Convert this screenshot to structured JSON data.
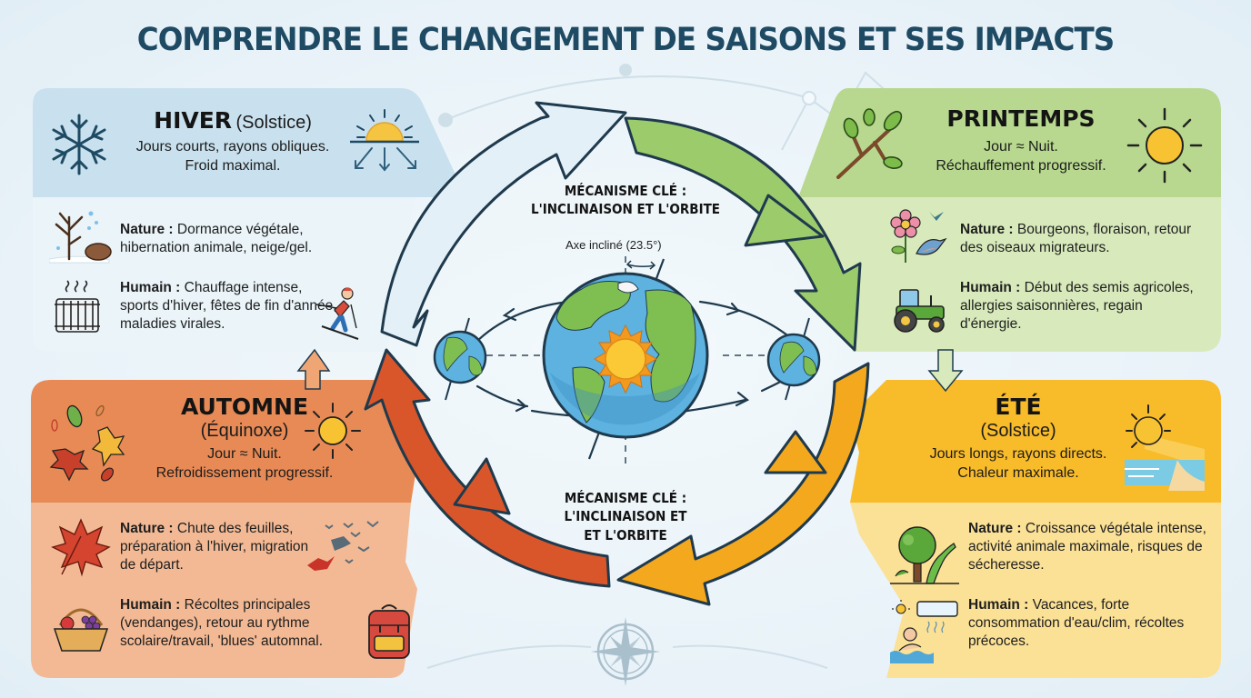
{
  "title": "COMPRENDRE LE CHANGEMENT DE SAISONS ET SES IMPACTS",
  "center": {
    "mechanism_top": [
      "MÉCANISME CLÉ :",
      "L'INCLINAISON ET L'ORBITE"
    ],
    "mechanism_bottom": [
      "MÉCANISME CLÉ :",
      "L'INCLINAISON ET",
      "ET L'ORBITE"
    ],
    "axis_label": "Axe incliné (23.5°)"
  },
  "seasons": {
    "hiver": {
      "name": "HIVER",
      "sub": "(Solstice)",
      "desc": [
        "Jours courts, rayons obliques.",
        "Froid maximal."
      ],
      "nature_label": "Nature :",
      "nature_text": "Dormance végétale, hibernation animale, neige/gel.",
      "humain_label": "Humain :",
      "humain_text": "Chauffage intense, sports d'hiver, fêtes de fin d'année, maladies virales.",
      "colors": {
        "head": "#c9e1ee",
        "body": "#e6f2f8"
      },
      "icons": [
        "snowflake-icon",
        "low-sun-icon",
        "bare-tree-hibernation-icon",
        "radiator-icon",
        "skier-icon"
      ]
    },
    "printemps": {
      "name": "PRINTEMPS",
      "sub": "",
      "desc": [
        "Jour ≈ Nuit.",
        "Réchauffement progressif."
      ],
      "nature_label": "Nature :",
      "nature_text": "Bourgeons, floraison, retour des oiseaux migrateurs.",
      "humain_label": "Humain :",
      "humain_text": "Début des semis agricoles, allergies saisonnières, regain d'énergie.",
      "colors": {
        "head": "#b7d88e",
        "body": "#d8eabb"
      },
      "icons": [
        "budding-branch-icon",
        "sun-icon",
        "flower-bird-icon",
        "tractor-icon"
      ]
    },
    "automne": {
      "name": "AUTOMNE",
      "sub": "(Équinoxe)",
      "desc": [
        "Jour ≈ Nuit.",
        "Refroidissement progressif."
      ],
      "nature_label": "Nature :",
      "nature_text": "Chute des feuilles, préparation à l'hiver, migration de départ.",
      "humain_label": "Humain :",
      "humain_text": "Récoltes principales (vendanges), retour au rythme scolaire/travail, 'blues' automnal.",
      "colors": {
        "head": "#e88a55",
        "body": "#f3b994"
      },
      "icons": [
        "falling-leaves-icon",
        "sun-icon",
        "maple-leaf-icon",
        "migrating-birds-icon",
        "harvest-basket-icon",
        "backpack-icon"
      ]
    },
    "ete": {
      "name": "ÉTÉ",
      "sub": "(Solstice)",
      "desc": [
        "Jours longs, rayons directs.",
        "Chaleur maximale."
      ],
      "nature_label": "Nature :",
      "nature_text": "Croissance végétale intense, activité animale maximale, risques de sécheresse.",
      "humain_label": "Humain :",
      "humain_text": "Vacances, forte consommation d'eau/clim, récoltes précoces.",
      "colors": {
        "head": "#f8bb2a",
        "body": "#fbe196"
      },
      "icons": [
        "beach-sun-icon",
        "tree-lizard-icon",
        "air-conditioner-swimmer-icon"
      ]
    }
  },
  "cycle_arrows": [
    {
      "from": "hiver",
      "to": "printemps",
      "color": "#e3f0f8"
    },
    {
      "from": "printemps",
      "to": "ete",
      "color": "#9ccb6b"
    },
    {
      "from": "ete",
      "to": "automne",
      "color": "#f4a81d"
    },
    {
      "from": "automne",
      "to": "hiver",
      "color": "#d9562a"
    }
  ]
}
